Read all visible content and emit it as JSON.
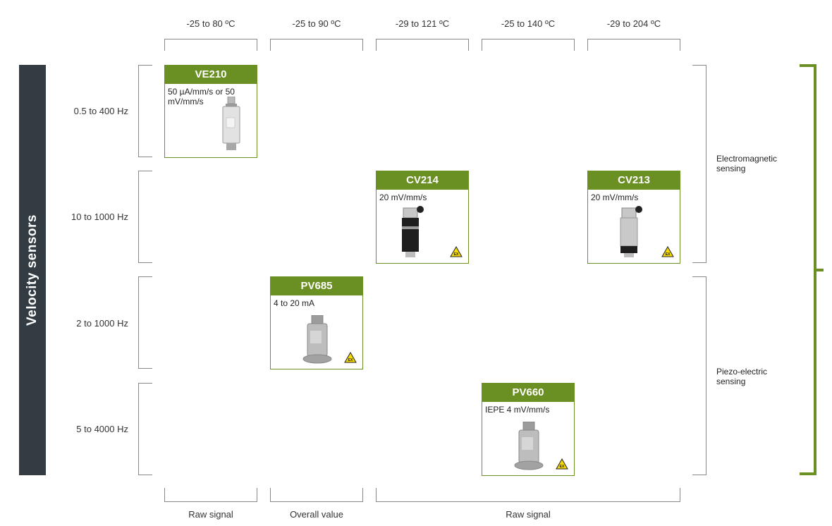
{
  "columns": [
    "-25 to 80 ºC",
    "-25 to 90 ºC",
    "-29 to 121 ºC",
    "-25 to 140 ºC",
    "-29 to 204 ºC"
  ],
  "rows": [
    "0.5 to 400 Hz",
    "10 to 1000 Hz",
    "2 to 1000 Hz",
    "5 to 4000 Hz"
  ],
  "side_title": "Velocity sensors",
  "bottom_groups": [
    "Raw signal",
    "Overall value",
    "Raw signal"
  ],
  "sensing_types": [
    "Electromagnetic sensing",
    "Piezo-electric sensing"
  ],
  "products": [
    {
      "name": "VE210",
      "spec": "50 µA/mm/s or 50 mV/mm/s",
      "ex": false
    },
    {
      "name": "CV214",
      "spec": "20 mV/mm/s",
      "ex": true
    },
    {
      "name": "CV213",
      "spec": "20 mV/mm/s",
      "ex": true
    },
    {
      "name": "PV685",
      "spec": "4 to 20 mA",
      "ex": true
    },
    {
      "name": "PV660",
      "spec": "IEPE 4 mV/mm/s",
      "ex": true
    }
  ],
  "ex_badge": "EX",
  "colors": {
    "accent": "#6a8f23",
    "sidebar": "#333c43",
    "bracket": "#888888"
  }
}
